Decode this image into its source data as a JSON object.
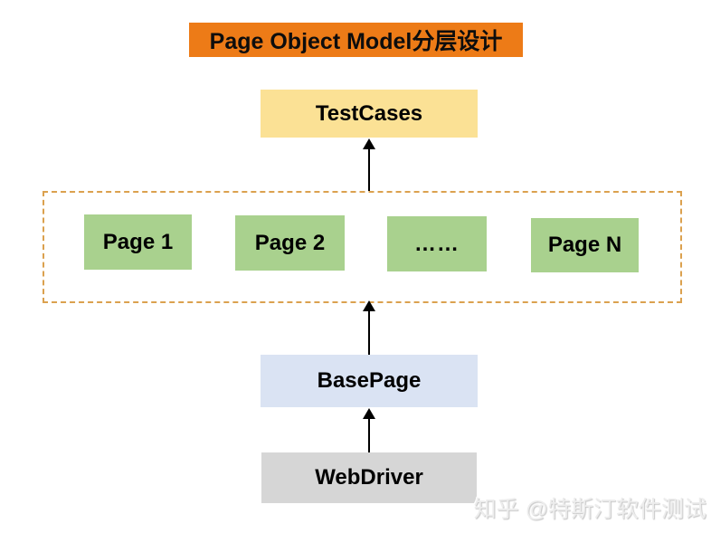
{
  "title": "Page Object Model分层设计",
  "diagram": {
    "testcases_label": "TestCases",
    "pages": [
      "Page 1",
      "Page 2",
      "……",
      "Page N"
    ],
    "basepage_label": "BasePage",
    "webdriver_label": "WebDriver"
  },
  "watermark": "知乎 @特斯汀软件测试",
  "colors": {
    "banner_bg": "#ED7B17",
    "testcases_bg": "#FBE195",
    "page_bg": "#A9D18E",
    "basepage_bg": "#DAE3F3",
    "webdriver_bg": "#D6D6D6",
    "dashed_border": "#DBA14F",
    "arrow": "#000000",
    "label_text": "#000000"
  }
}
